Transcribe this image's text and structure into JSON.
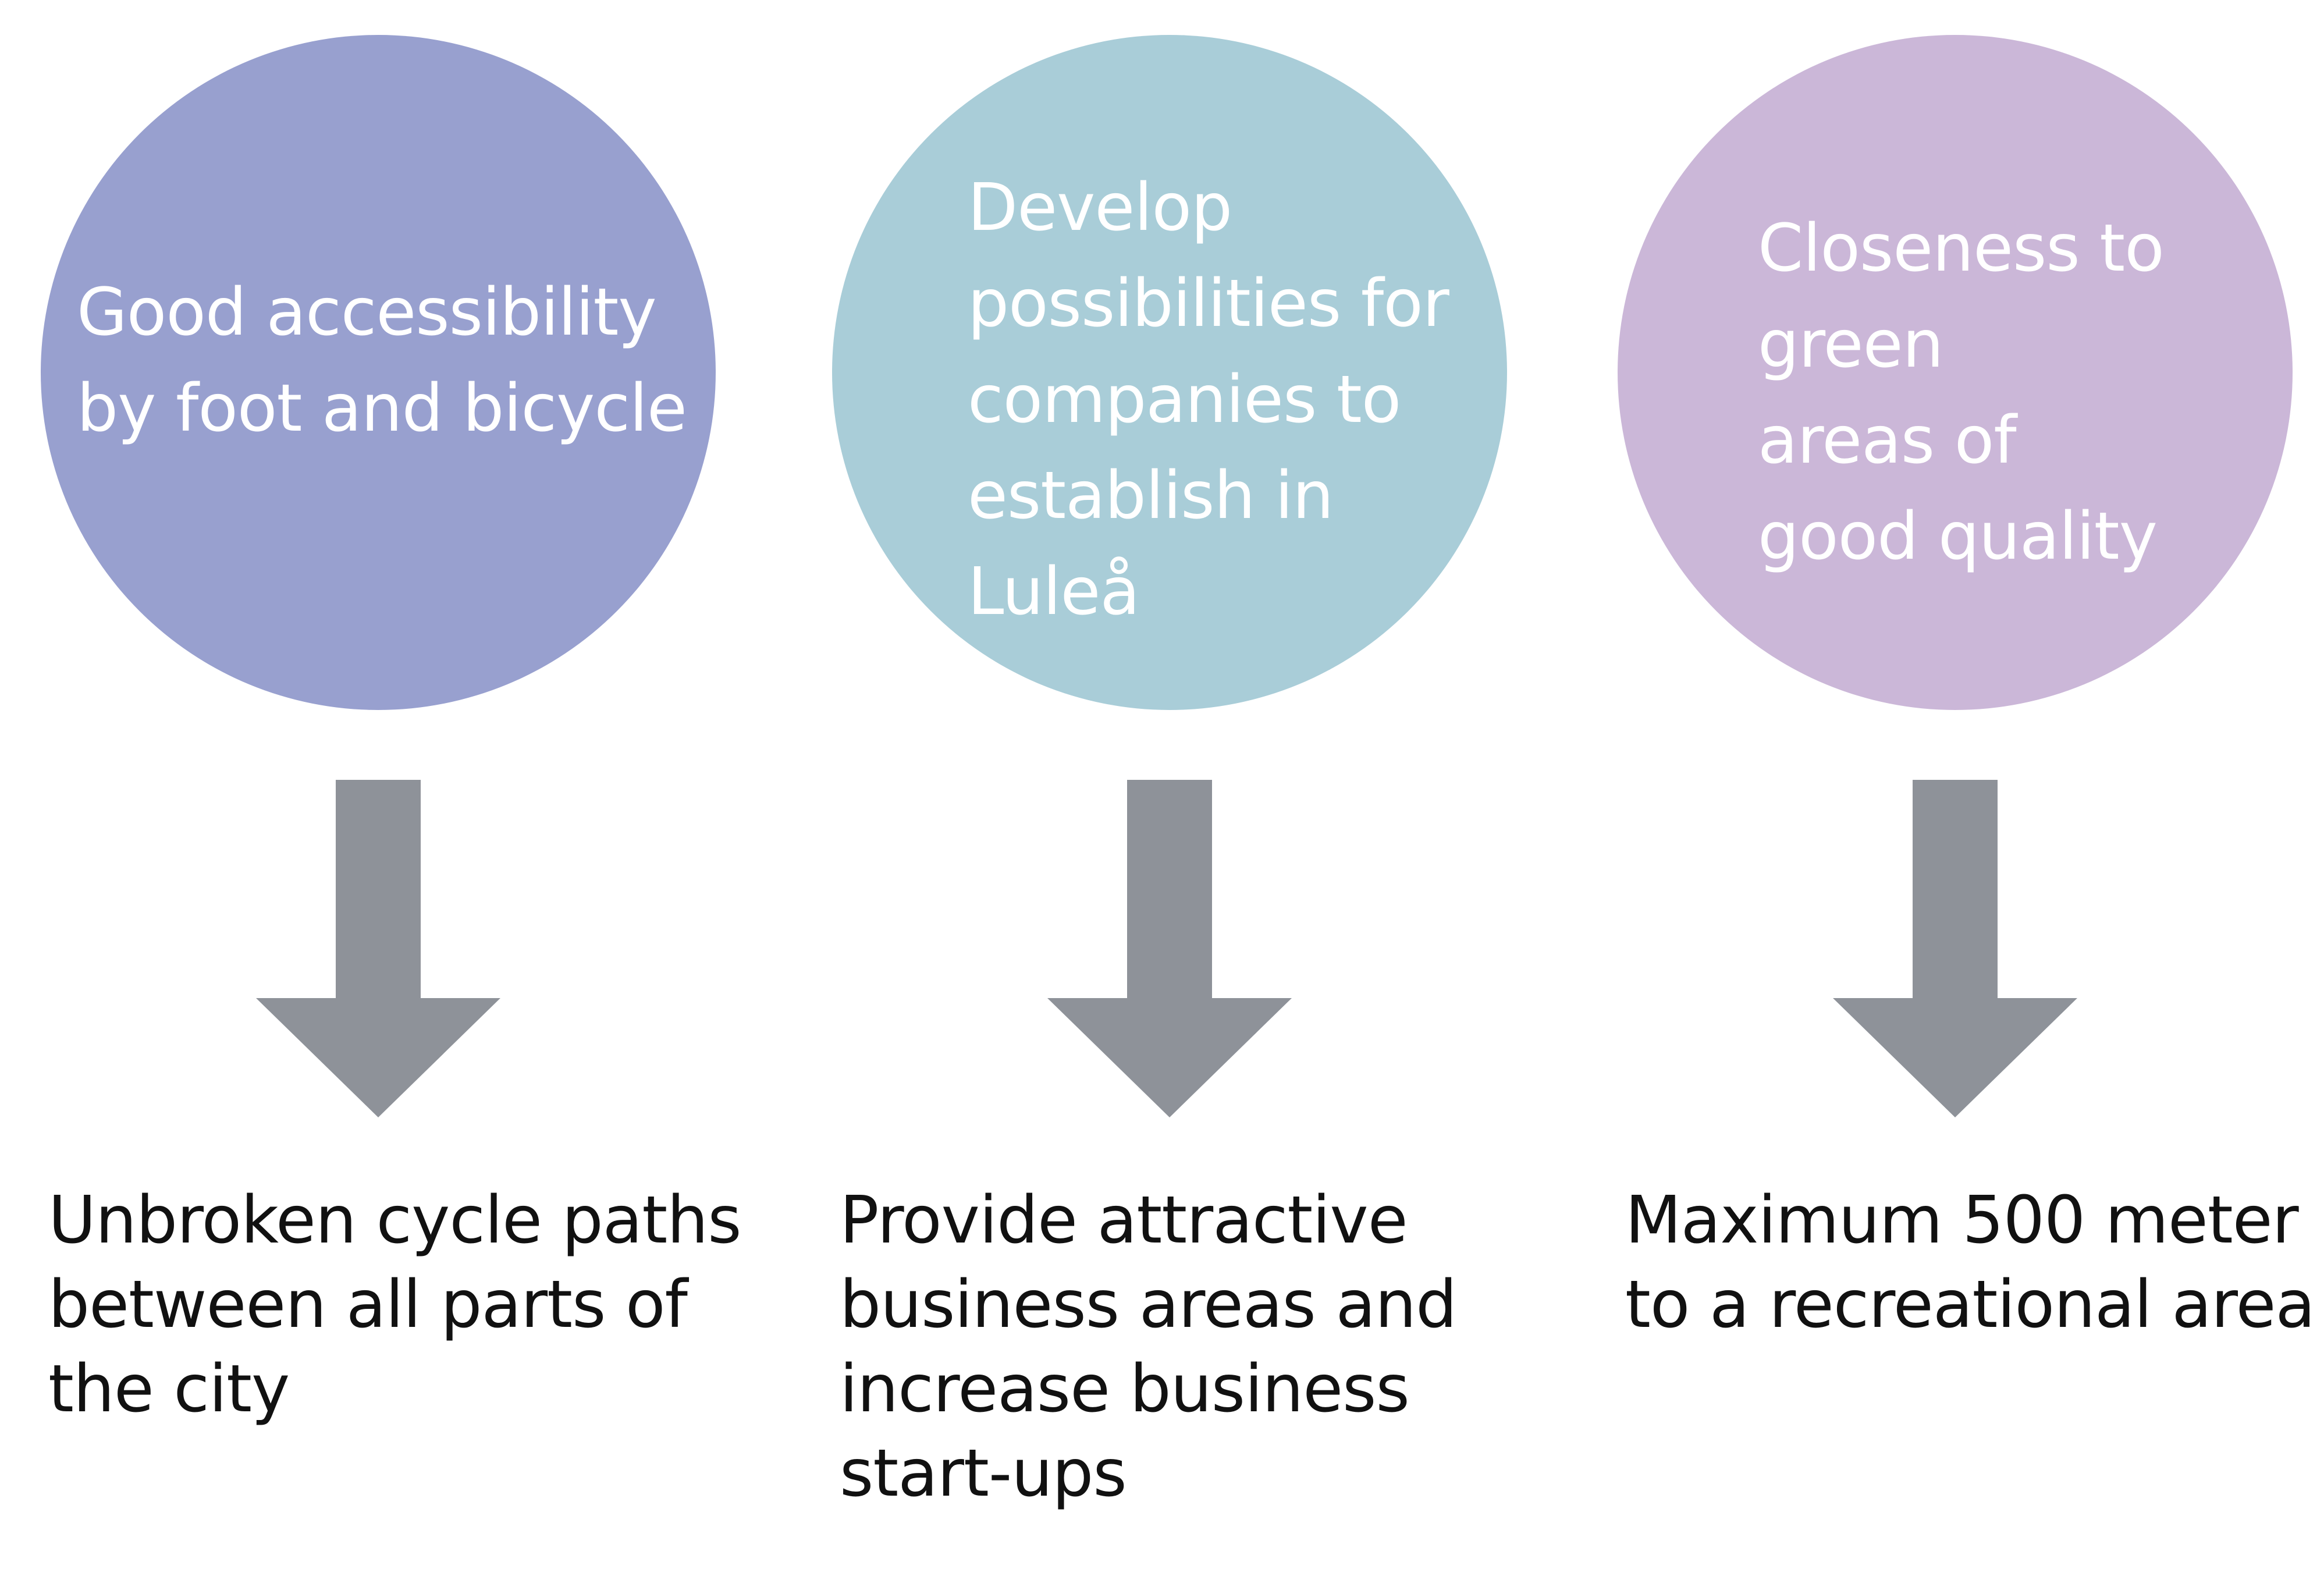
{
  "colors": {
    "circle_1": "#98a0cf",
    "circle_2": "#a9cdd8",
    "circle_3": "#cbb7d8",
    "arrow": "#8e9299",
    "circle_text": "#ffffff",
    "result_text": "#111111"
  },
  "goals": [
    {
      "goal": "Good accessibility\nby foot and bicycle",
      "action": "Unbroken cycle paths\nbetween all parts of\nthe city"
    },
    {
      "goal": "Develop\npossibilities for\ncompanies to\nestablish in\nLuleå",
      "action": "Provide attractive\nbusiness areas and\nincrease business\nstart-ups"
    },
    {
      "goal": "Closeness to\ngreen\nareas of\ngood quality",
      "action": "Maximum 500 meter\nto a recreational area"
    }
  ]
}
